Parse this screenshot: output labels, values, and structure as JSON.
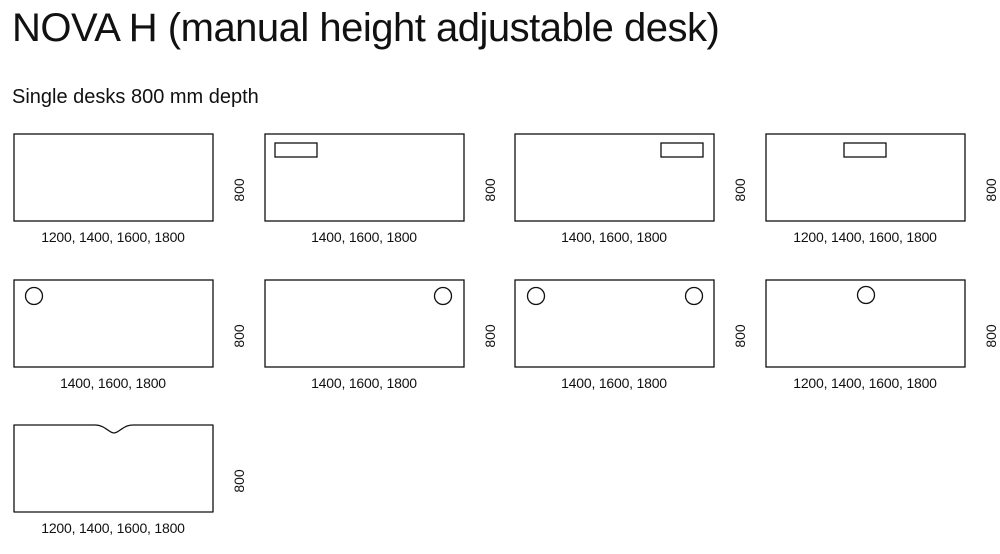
{
  "page": {
    "title": "NOVA H (manual height adjustable desk)",
    "subtitle": "Single desks 800 mm depth"
  },
  "desks": [
    {
      "variant": "plain",
      "depth": "800",
      "widths": "1200, 1400, 1600, 1800"
    },
    {
      "variant": "cable-tray-left",
      "depth": "800",
      "widths": "1400, 1600, 1800"
    },
    {
      "variant": "cable-tray-right",
      "depth": "800",
      "widths": "1400, 1600, 1800"
    },
    {
      "variant": "cable-tray-center",
      "depth": "800",
      "widths": "1200, 1400, 1600, 1800"
    },
    {
      "variant": "grommet-left",
      "depth": "800",
      "widths": "1400, 1600, 1800"
    },
    {
      "variant": "grommet-right",
      "depth": "800",
      "widths": "1400, 1600, 1800"
    },
    {
      "variant": "grommet-both",
      "depth": "800",
      "widths": "1400, 1600, 1800"
    },
    {
      "variant": "grommet-center",
      "depth": "800",
      "widths": "1200, 1400, 1600, 1800"
    },
    {
      "variant": "notch-center",
      "depth": "800",
      "widths": "1200, 1400, 1600, 1800"
    }
  ]
}
